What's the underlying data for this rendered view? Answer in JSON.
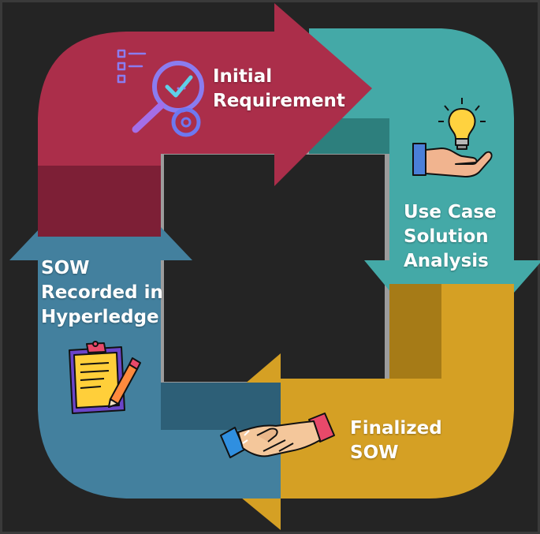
{
  "colors": {
    "background": "#242424",
    "frame": "#3a3a3a",
    "step1": "#ab2e4a",
    "step1_dark": "#7d1f36",
    "step2": "#44a9a7",
    "step2_dark": "#2d7f7d",
    "step3": "#d5a024",
    "step3_dark": "#a67b17",
    "step4": "#43809e",
    "step4_dark": "#2d5f77",
    "inner_edge": "#9c9c9c"
  },
  "steps": [
    {
      "id": "initial-requirement",
      "lines": [
        "Initial",
        "Requirement"
      ],
      "icon": "requirement-magnifier-icon"
    },
    {
      "id": "use-case-solution-analysis",
      "lines": [
        "Use Case",
        "Solution",
        "Analysis"
      ],
      "icon": "idea-bulb-hand-icon"
    },
    {
      "id": "finalized-sow",
      "lines": [
        "Finalized",
        "SOW"
      ],
      "icon": "handshake-icon"
    },
    {
      "id": "sow-recorded",
      "lines": [
        "SOW",
        "Recorded in",
        "Hyperledge"
      ],
      "icon": "clipboard-pencil-icon"
    }
  ]
}
